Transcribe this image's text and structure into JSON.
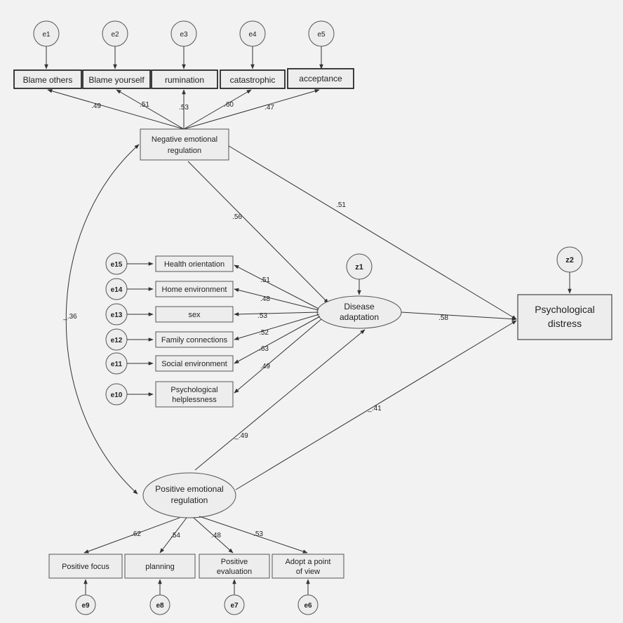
{
  "errors": {
    "e1": "e1",
    "e2": "e2",
    "e3": "e3",
    "e4": "e4",
    "e5": "e5",
    "e6": "e6",
    "e7": "e7",
    "e8": "e8",
    "e9": "e9",
    "e10": "e10",
    "e11": "e11",
    "e12": "e12",
    "e13": "e13",
    "e14": "e14",
    "e15": "e15",
    "z1": "z1",
    "z2": "z2"
  },
  "negative_indicators": [
    "Blame others",
    "Blame yourself",
    "rumination",
    "catastrophic",
    "acceptance"
  ],
  "negative_loadings": [
    ".49",
    ".51",
    ".53",
    ".60",
    ".47"
  ],
  "negative_construct": [
    "Negative emotional",
    "regulation"
  ],
  "adaptation_indicators": [
    "Health orientation",
    "Home environment",
    "sex",
    "Family connections",
    "Social environment"
  ],
  "adaptation_last_indicator": [
    "Psychological",
    "helplessness"
  ],
  "adaptation_loadings": [
    ".51",
    ".48",
    ".53",
    ".52",
    ".63",
    ".49"
  ],
  "adaptation_construct": [
    "Disease",
    "adaptation"
  ],
  "distress_construct": [
    "Psychological",
    "distress"
  ],
  "positive_construct": [
    "Positive emotional",
    "regulation"
  ],
  "positive_indicators": [
    [
      "Positive focus"
    ],
    [
      "planning"
    ],
    [
      "Positive",
      "evaluation"
    ],
    [
      "Adopt a point",
      "of view"
    ]
  ],
  "positive_loadings": [
    ".62",
    ".54",
    ".48",
    ".53"
  ],
  "paths": {
    "neg_to_adapt": ".56",
    "neg_to_distress": ".51",
    "adapt_to_distress": ".58",
    "pos_to_adapt": "_.49",
    "pos_to_distress": "_.41",
    "neg_pos_covariance": "_.36"
  },
  "colors": {
    "line": "#333333",
    "node_fill": "#ededed",
    "background": "#f2f2f2"
  }
}
